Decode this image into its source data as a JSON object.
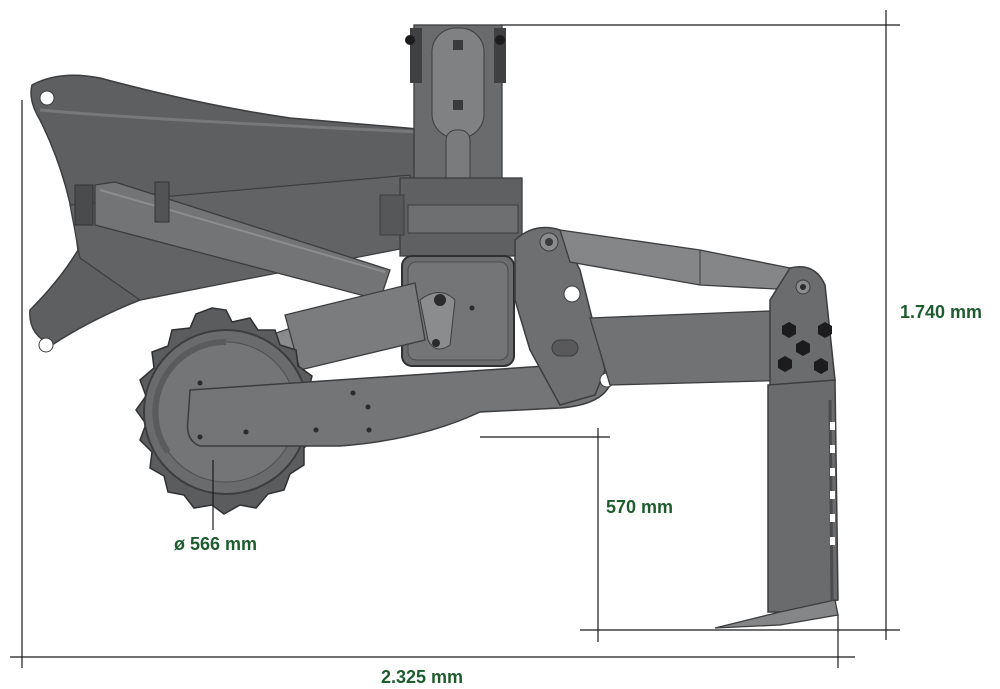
{
  "diagram": {
    "dimensions": {
      "height_label": "1.740 mm",
      "width_label": "2.325 mm",
      "depth_label": "570 mm",
      "roller_diameter_label": "ø 566 mm"
    }
  },
  "colors": {
    "dimension_text": "#1e5c2e",
    "dimension_line": "#1a1a1a",
    "steel_dark": "#5a5b5d",
    "steel_mid": "#6d6e70",
    "steel_light": "#8a8b8d",
    "steel_edge": "#3c3d3f",
    "bolt": "#1c1c1e"
  }
}
